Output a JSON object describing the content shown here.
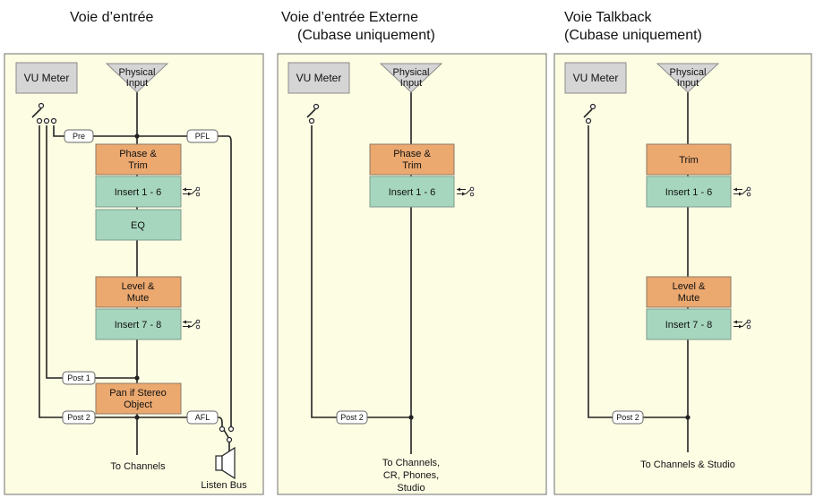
{
  "titles": {
    "col1": "Voie d’entrée",
    "col2_line1": "Voie d’entrée Externe",
    "col2_line2": "(Cubase uniquement)",
    "col3_line1": "Voie Talkback",
    "col3_line2": "(Cubase uniquement)"
  },
  "common": {
    "vu_meter": "VU Meter",
    "physical_line1": "Physical",
    "physical_line2": "Input",
    "insert_1_6": "Insert 1 - 6",
    "post2": "Post 2"
  },
  "panel1": {
    "pre": "Pre",
    "pfl": "PFL",
    "phase_line1": "Phase &",
    "phase_line2": "Trim",
    "eq": "EQ",
    "level_line1": "Level &",
    "level_line2": "Mute",
    "insert_7_8": "Insert 7 - 8",
    "post1": "Post 1",
    "pan_line1": "Pan if Stereo",
    "pan_line2": "Object",
    "afl": "AFL",
    "to_channels": "To Channels",
    "listen_bus": "Listen Bus"
  },
  "panel2": {
    "phase_line1": "Phase &",
    "phase_line2": "Trim",
    "dest_line1": "To Channels,",
    "dest_line2": "CR, Phones,",
    "dest_line3": "Studio"
  },
  "panel3": {
    "trim": "Trim",
    "level_line1": "Level &",
    "level_line2": "Mute",
    "insert_7_8": "Insert 7 - 8",
    "dest": "To Channels & Studio"
  },
  "colors": {
    "panel_bg": "#fdfde4",
    "processing_block": "#eba86f",
    "insert_block": "#a6d7be",
    "meter_block": "#d5d5d5"
  }
}
